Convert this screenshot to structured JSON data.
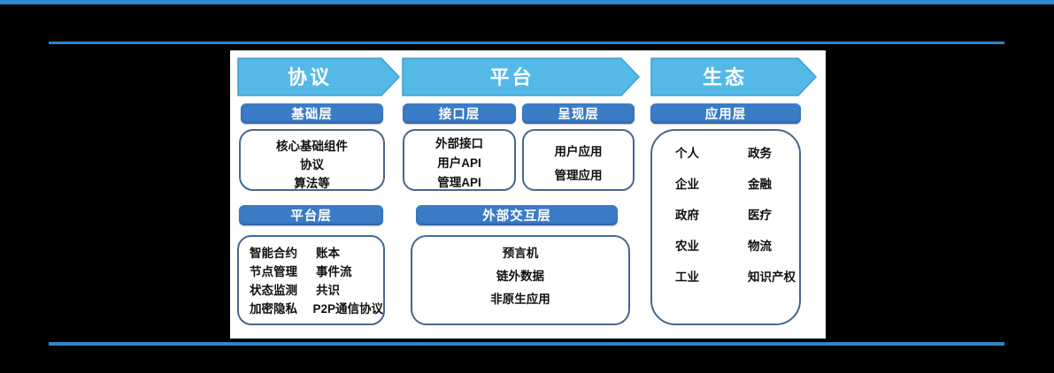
{
  "palette": {
    "background": "#000000",
    "accent_line_blue": "#2e86c9",
    "arrow_fill": "#55b9e8",
    "arrow_stroke": "#3e9ed2",
    "header_bar_fill": "#3a7cc6",
    "box_border": "#46678f",
    "text_dark": "#111111",
    "text_light": "#ffffff"
  },
  "arrows": [
    {
      "label": "协议"
    },
    {
      "label": "平台"
    },
    {
      "label": "生态"
    }
  ],
  "layers": {
    "jichu": {
      "title": "基础层",
      "items": [
        "核心基础组件",
        "协议",
        "算法等"
      ]
    },
    "jiekou": {
      "title": "接口层",
      "items": [
        "外部接口",
        "用户API",
        "管理API"
      ]
    },
    "chengxian": {
      "title": "呈现层",
      "items": [
        "用户应用",
        "管理应用"
      ]
    },
    "yingyong": {
      "title": "应用层",
      "rows": [
        [
          "个人",
          "政务"
        ],
        [
          "企业",
          "金融"
        ],
        [
          "政府",
          "医疗"
        ],
        [
          "农业",
          "物流"
        ],
        [
          "工业",
          "知识产权"
        ]
      ]
    },
    "pingtai": {
      "title": "平台层",
      "rows": [
        [
          "智能合约",
          "账本"
        ],
        [
          "节点管理",
          "事件流"
        ],
        [
          "状态监测",
          "共识"
        ],
        [
          "加密隐私",
          "P2P通信协议"
        ]
      ]
    },
    "waibu": {
      "title": "外部交互层",
      "items": [
        "预言机",
        "链外数据",
        "非原生应用"
      ]
    }
  }
}
